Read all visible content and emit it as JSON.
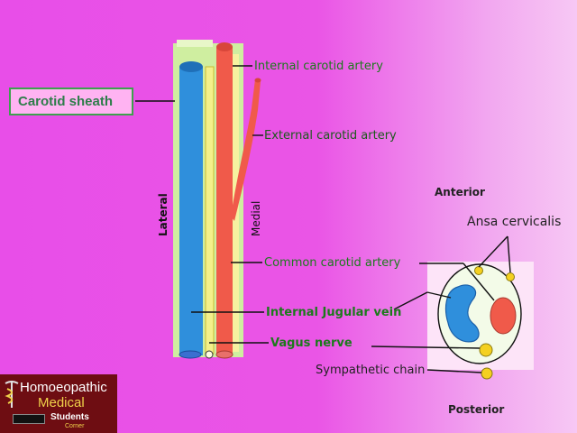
{
  "labels": {
    "carotid_sheath": "Carotid sheath",
    "internal_carotid": "Internal carotid artery",
    "external_carotid": "External carotid artery",
    "common_carotid": "Common carotid artery",
    "internal_jugular": "Internal Jugular vein",
    "vagus": "Vagus nerve",
    "sympathetic": "Sympathetic chain",
    "lateral": "Lateral",
    "medial": "Medial",
    "anterior": "Anterior",
    "posterior": "Posterior",
    "ansa": "Ansa cervicalis"
  },
  "logo": {
    "line1": "Homoeopathic",
    "line2": "Medical",
    "line3": "Students",
    "line4": "Corner"
  },
  "colors": {
    "background": "#e84ee8",
    "vein": "#2f8fdc",
    "artery": "#f05a4a",
    "nerve": "#f4f08a",
    "sheath": "#cfeea0",
    "label_green": "#1c7a1c"
  }
}
